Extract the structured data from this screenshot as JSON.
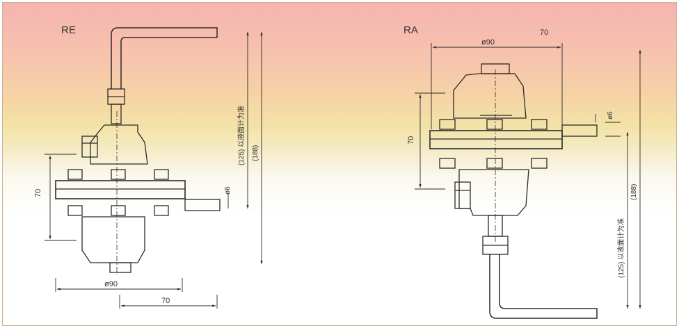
{
  "left_view": {
    "label": "RE",
    "dims": {
      "height": "70",
      "pipe": "ø6",
      "diameter": "ø90",
      "offset": "70"
    },
    "vertical_note": "(125) 以液面计为准",
    "vertical_total": "(188)"
  },
  "right_view": {
    "label": "RA",
    "dims": {
      "height": "70",
      "pipe": "ø6",
      "diameter": "ø90",
      "offset": "70"
    },
    "vertical_note": "(125) 以液面计为准",
    "vertical_total": "(188)"
  },
  "colors": {
    "line": "#2a2a2a",
    "frame": "#c9b38f",
    "bg_top": "#f6b4b0",
    "bg_bottom": "#ffffff"
  }
}
